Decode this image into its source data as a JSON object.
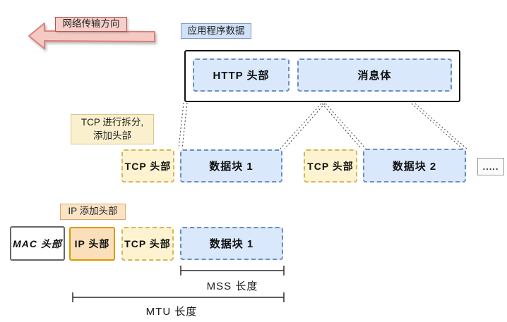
{
  "direction": {
    "label": "网络传输方向"
  },
  "app_data": {
    "label": "应用程序数据",
    "http_header": "HTTP 头部",
    "message_body": "消息体"
  },
  "tcp": {
    "note_line1": "TCP 进行拆分,",
    "note_line2": "添加头部",
    "header1": "TCP 头部",
    "block1": "数据块 1",
    "header2": "TCP 头部",
    "block2": "数据块 2",
    "more": "....."
  },
  "ip": {
    "note": "IP 添加头部"
  },
  "frame": {
    "mac_header": "MAC 头部",
    "ip_header": "IP 头部",
    "tcp_header": "TCP 头部",
    "data_block": "数据块 1"
  },
  "measures": {
    "mss": "MSS 长度",
    "mtu": "MTU 长度"
  },
  "colors": {
    "blue_fill": "#dae8fc",
    "blue_border": "#6c8ebf",
    "cream_fill": "#fdf3d0",
    "cream_border": "#d6b656",
    "peach_fill": "#fbdfbb",
    "orange_border": "#d79b00",
    "pink_fill": "#f5c9c4",
    "pink_stroke": "#dd8078",
    "red_border": "#b85450",
    "label_blue_fill": "#cfe2f7",
    "label_blue_border": "#8096c4",
    "gray_border": "#666666",
    "connector": "#3a3a3a"
  }
}
